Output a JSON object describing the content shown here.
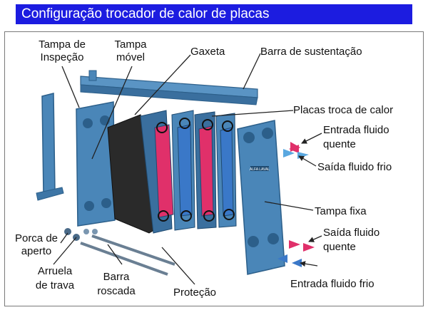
{
  "title": "Configuração trocador de calor de placas",
  "labels": {
    "tampa_inspecao_1": "Tampa de",
    "tampa_inspecao_2": "Inspeção",
    "tampa_movel_1": "Tampa",
    "tampa_movel_2": "móvel",
    "gaxeta": "Gaxeta",
    "barra_sustentacao": "Barra de sustentação",
    "placas": "Placas troca de calor",
    "entrada_quente_1": "Entrada fluido",
    "entrada_quente_2": "quente",
    "saida_frio": "Saída fluido frio",
    "tampa_fixa": "Tampa fixa",
    "saida_quente_1": "Saída fluido",
    "saida_quente_2": "quente",
    "entrada_frio": "Entrada fluido frio",
    "porca_1": "Porca de",
    "porca_2": "aperto",
    "arruela_1": "Arruela",
    "arruela_2": "de trava",
    "barra_roscada_1": "Barra",
    "barra_roscada_2": "roscada",
    "protecao": "Proteção",
    "plate_badge": "ALFA LAVAL"
  },
  "colors": {
    "steel_blue": "#4a86b8",
    "steel_dark": "#2c5f8a",
    "hot_fluid": "#e0306a",
    "cold_fluid": "#3a78c8",
    "gasket_dark": "#2a2a2a",
    "title_bar": "#1c1ce0"
  }
}
